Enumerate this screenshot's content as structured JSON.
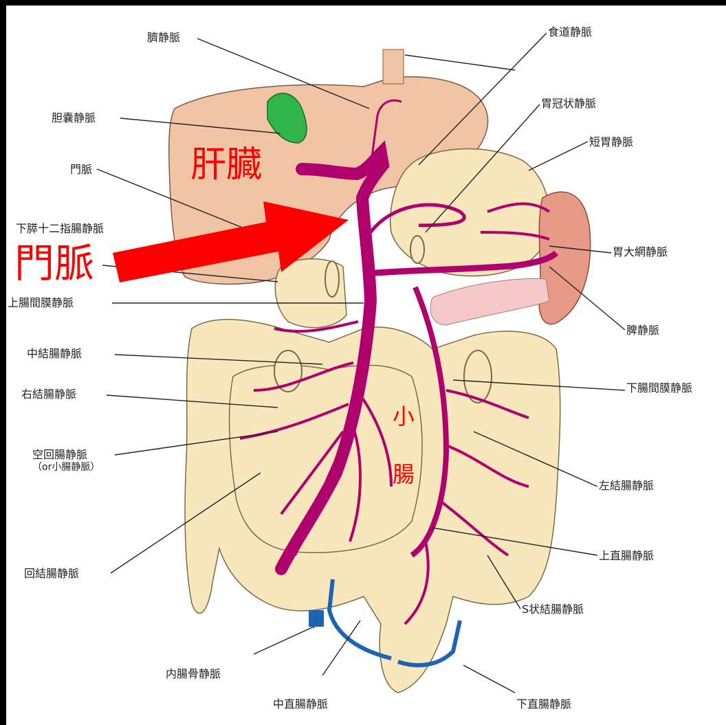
{
  "labels": {
    "left": {
      "saizo_jomyaku": "臍静脈",
      "tanno_jomyaku": "胆嚢静脈",
      "monmyaku": "門脈",
      "kasui_junishichou_jomyaku": "下膵十二指腸静脈",
      "jouchoukanmaku_jomyaku": "上腸間膜静脈",
      "chuuketchou_jomyaku": "中結腸静脈",
      "uketchou_jomyaku": "右結腸静脈",
      "kuukaichou_jomyaku": "空回腸静脈",
      "kuukaichou_jomyaku_sub": "（or小腸静脈）",
      "kaiketchou_jomyaku": "回結腸静脈",
      "naichoukotsu_jomyaku": "内腸骨静脈",
      "chuuchokuchou_jomyaku": "中直腸静脈"
    },
    "right": {
      "shokudou_jomyaku": "食道静脈",
      "ikanjou_jomyaku": "胃冠状静脈",
      "tani_jomyaku": "短胃静脈",
      "idaimou_jomyaku": "胃大網静脈",
      "hi_jomyaku": "脾静脈",
      "kachoukanmaku_jomyaku": "下腸間膜静脈",
      "saketchou_jomyaku": "左結腸静脈",
      "jouchokuchou_jomyaku": "上直腸静脈",
      "sjouketchou_jomyaku": "S状結腸静脈",
      "kachokuchou_jomyaku": "下直腸静脈"
    }
  },
  "annotations": {
    "kanzou": "肝臓",
    "monmyaku": "門脈",
    "shouchou_1": "小",
    "shouchou_2": "腸"
  },
  "colors": {
    "portal_vein": "#b0006e",
    "liver": "#f2c4a6",
    "intestine": "#f8e7bd",
    "gallbladder": "#2fb54a",
    "spleen": "#e79a88",
    "pancreas": "#f5c8c9",
    "systemic_vein": "#1e64b4",
    "annotation": "#ff0000"
  }
}
